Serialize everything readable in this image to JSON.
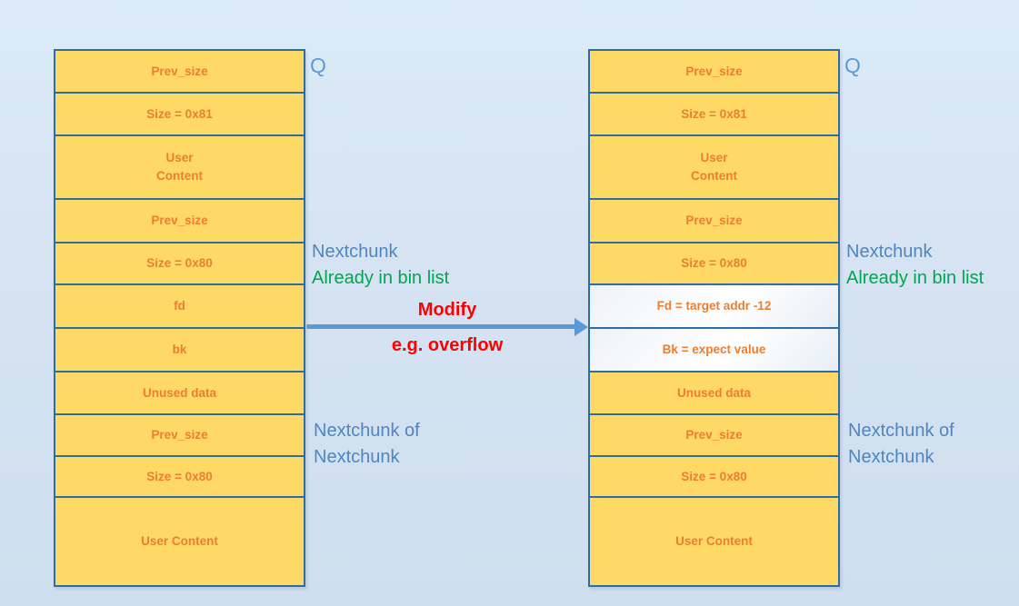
{
  "colors": {
    "background_top": "#dcebf8",
    "background_bottom": "#cfdfef",
    "cell_fill": "#ffd966",
    "cell_border": "#2e6da4",
    "cell_text": "#ed7d31",
    "label_blue": "#4f86c2",
    "label_green": "#00a650",
    "label_red": "#ff0000",
    "arrow_blue": "#5b9bd5"
  },
  "columns": [
    {
      "id": "before-modify",
      "q_label": "Q",
      "cells": [
        {
          "label": "Prev_size",
          "h": 47
        },
        {
          "label": "Size = 0x81",
          "h": 47
        },
        {
          "label": "User\nContent",
          "h": 70
        },
        {
          "label": "Prev_size",
          "h": 48
        },
        {
          "label": "Size = 0x80",
          "h": 46
        },
        {
          "label": "fd",
          "h": 48
        },
        {
          "label": "bk",
          "h": 48
        },
        {
          "label": "Unused data",
          "h": 47
        },
        {
          "label": "Prev_size",
          "h": 46
        },
        {
          "label": "Size = 0x80",
          "h": 45
        },
        {
          "label": "User Content",
          "h": 96
        }
      ]
    },
    {
      "id": "after-modify",
      "q_label": "Q",
      "cells": [
        {
          "label": "Prev_size",
          "h": 47
        },
        {
          "label": "Size = 0x81",
          "h": 47
        },
        {
          "label": "User\nContent",
          "h": 70
        },
        {
          "label": "Prev_size",
          "h": 48
        },
        {
          "label": "Size = 0x80",
          "h": 46
        },
        {
          "label": "Fd = target addr -12",
          "h": 48,
          "white": true
        },
        {
          "label": "Bk = expect value",
          "h": 48,
          "white": true
        },
        {
          "label": "Unused data",
          "h": 47
        },
        {
          "label": "Prev_size",
          "h": 46
        },
        {
          "label": "Size = 0x80",
          "h": 45
        },
        {
          "label": "User Content",
          "h": 96
        }
      ]
    }
  ],
  "annotations": {
    "nextchunk": "Nextchunk",
    "already_in_bin_list": "Already in bin list",
    "modify": "Modify",
    "overflow": "e.g. overflow",
    "nextchunk_of_line1": "Nextchunk of",
    "nextchunk_of_line2": "Nextchunk"
  }
}
